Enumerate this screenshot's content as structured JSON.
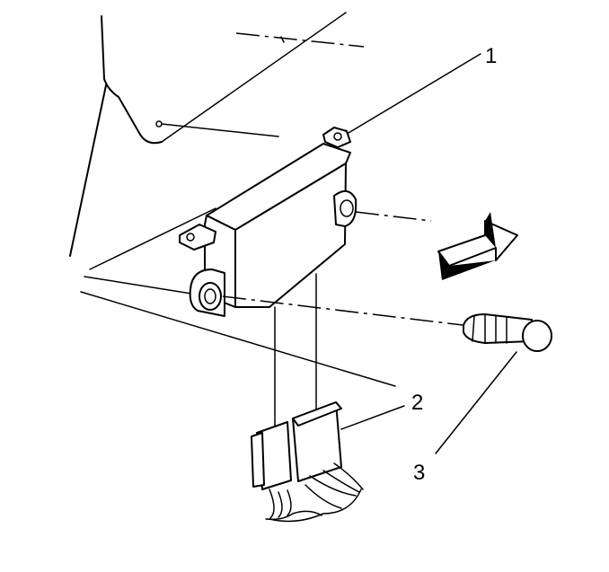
{
  "callouts": [
    {
      "id": "1",
      "label": "1"
    },
    {
      "id": "2",
      "label": "2"
    },
    {
      "id": "3",
      "label": "3"
    }
  ],
  "icons": [
    "direction-arrow-icon"
  ]
}
